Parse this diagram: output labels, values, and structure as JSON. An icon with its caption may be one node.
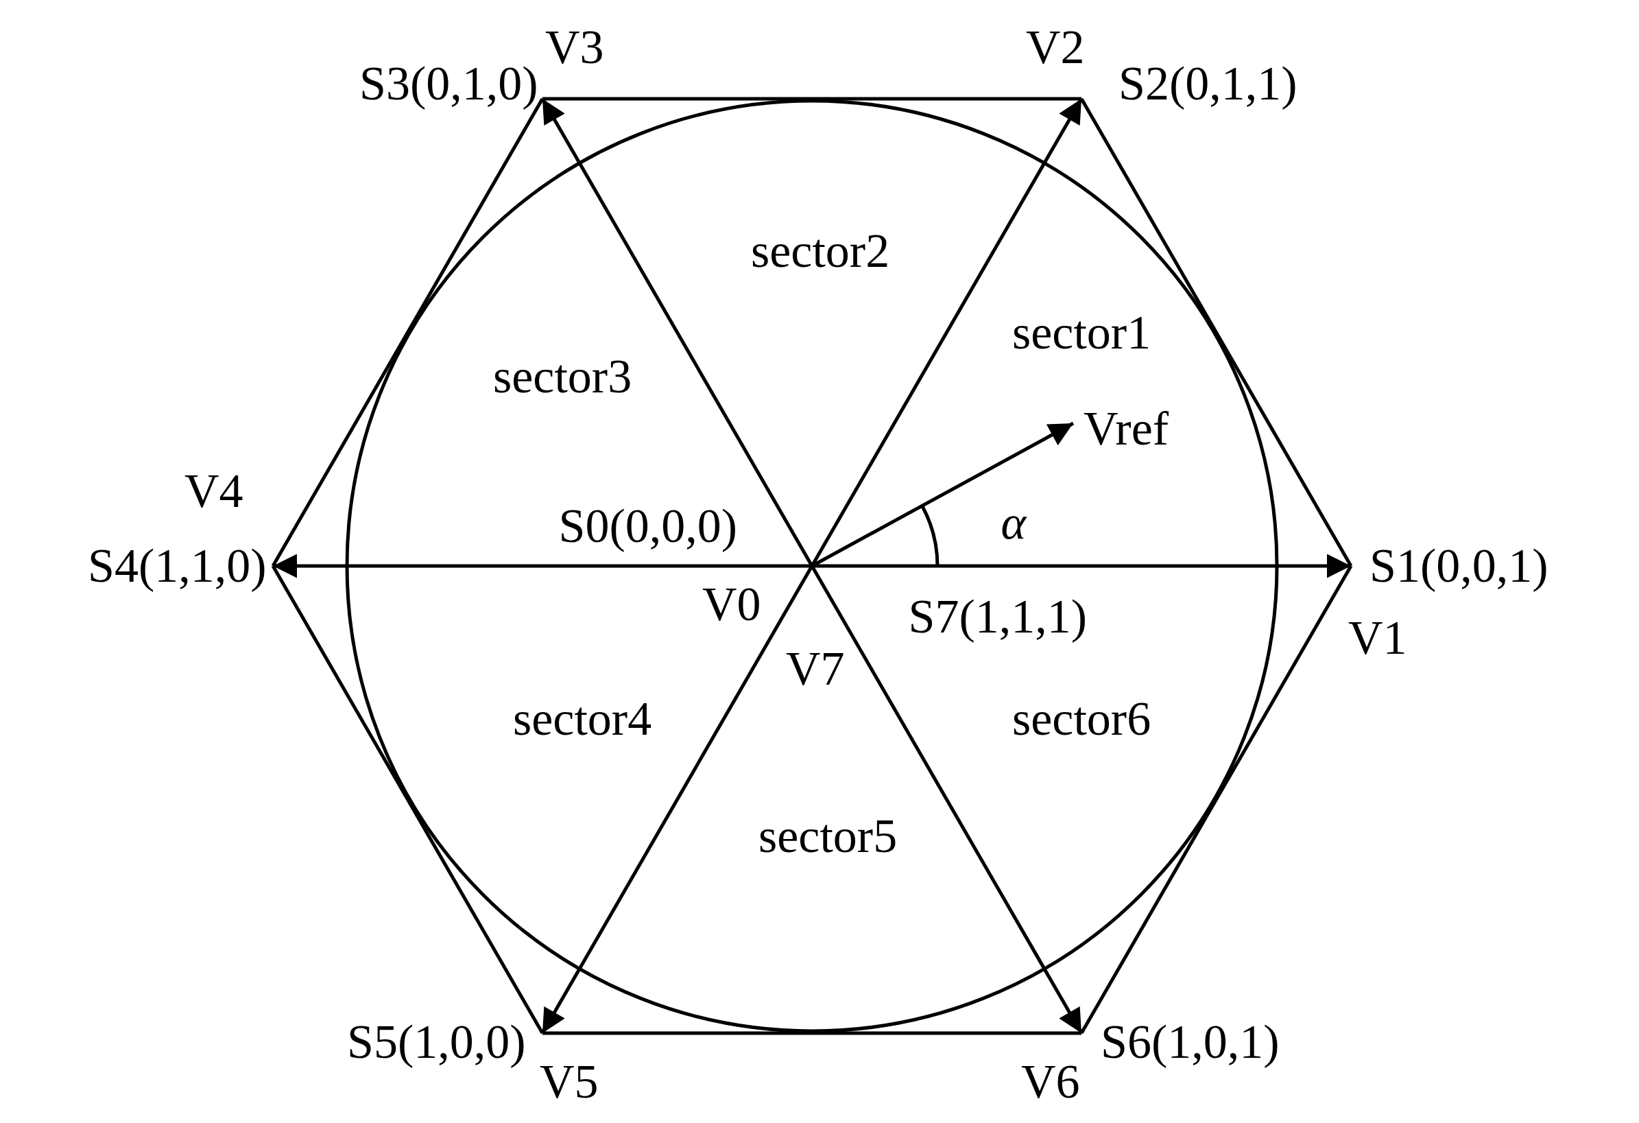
{
  "diagram": {
    "nodes": [
      {
        "text": [
          "S0(0,0,0)",
          "S7(1,1,1)"
        ],
        "beside": [
          "V0",
          "V7"
        ]
      },
      {
        "text": [
          "S1(0,0,1)"
        ],
        "beside": [
          "V1"
        ]
      },
      {
        "text": [
          "S2(0,1,1)"
        ],
        "beside": [
          "V2"
        ]
      },
      {
        "text": [
          "S3(0,1,0)"
        ],
        "beside": [
          "V3"
        ]
      },
      {
        "text": [
          "S4(1,1,0)"
        ],
        "beside": [
          "V4"
        ]
      },
      {
        "text": [
          "S5(1,0,0)"
        ],
        "beside": [
          "V5"
        ]
      },
      {
        "text": [
          "S6(1,0,1)"
        ],
        "beside": [
          "V6"
        ]
      },
      {
        "text": [
          "Vref"
        ]
      }
    ],
    "edges": [
      {
        "from": 0,
        "to": 1,
        "arrow": "to"
      },
      {
        "from": 0,
        "to": 2,
        "arrow": "to"
      },
      {
        "from": 0,
        "to": 3,
        "arrow": "to"
      },
      {
        "from": 0,
        "to": 4,
        "arrow": "to"
      },
      {
        "from": 0,
        "to": 5,
        "arrow": "to"
      },
      {
        "from": 0,
        "to": 6,
        "arrow": "to"
      },
      {
        "from": 0,
        "to": 7,
        "arrow": "to"
      },
      {
        "from": 1,
        "to": 2,
        "arrow": "none"
      },
      {
        "from": 2,
        "to": 3,
        "arrow": "none"
      },
      {
        "from": 3,
        "to": 4,
        "arrow": "none"
      },
      {
        "from": 4,
        "to": 5,
        "arrow": "none"
      },
      {
        "from": 5,
        "to": 6,
        "arrow": "none"
      },
      {
        "from": 6,
        "to": 1,
        "arrow": "none"
      }
    ],
    "labels": [
      "sector2",
      "sector1",
      "sector3",
      "α",
      "sector4",
      "sector6",
      "sector5"
    ]
  }
}
